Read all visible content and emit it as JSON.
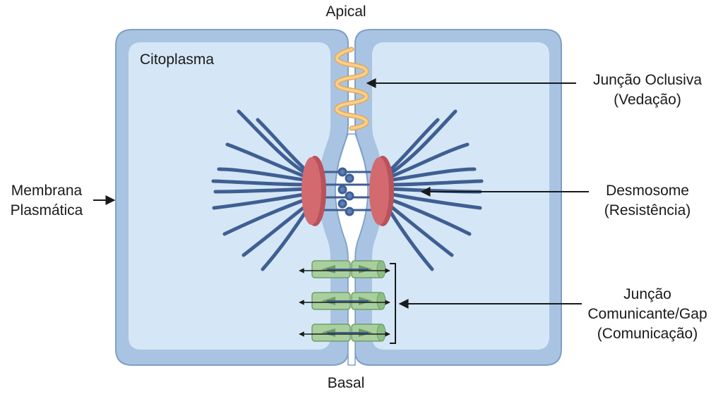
{
  "labels": {
    "apical": "Apical",
    "basal": "Basal",
    "citoplasma": "Citoplasma",
    "membrana": [
      "Membrana",
      "Plasmática"
    ],
    "juncao_oclusiva": [
      "Junção Oclusiva",
      "(Vedação)"
    ],
    "desmosome": [
      "Desmosome",
      "(Resistência)"
    ],
    "juncao_gap": [
      "Junção",
      "Comunicante/Gap",
      "(Comunicação)"
    ]
  },
  "colors": {
    "membrane": "#92aed2",
    "cytoplasm": "#d2e6f6",
    "cell_fill": "#dbeaf6",
    "tight_junction": "#f7c77c",
    "desmosome_plaque": "#d26a6f",
    "filaments": "#3f5f93",
    "gap_junction": "#a9cf9f",
    "arrow": "#1a1a1a"
  }
}
